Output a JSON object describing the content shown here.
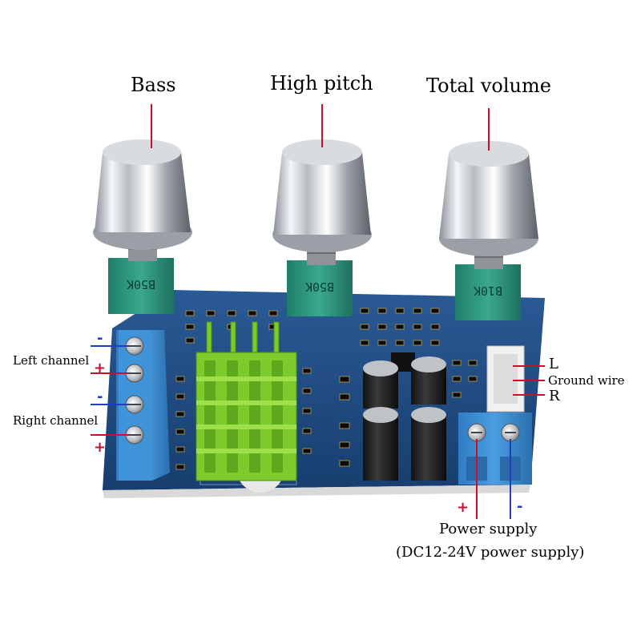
{
  "labels": {
    "bass": "Bass",
    "high_pitch": "High pitch",
    "total_volume": "Total volume",
    "left_channel": "Left channel",
    "right_channel": "Right channel",
    "l": "L",
    "ground_wire": "Ground wire",
    "r": "R",
    "power_supply": "Power supply",
    "power_spec": "(DC12-24V power supply)"
  },
  "knob_markings": {
    "knob1": "B50K",
    "knob2": "B50K",
    "knob3": "B10K"
  },
  "signs": {
    "minus": "-",
    "plus": "+"
  },
  "colors": {
    "pcb": "#1f4d84",
    "terminal": "#3d8fd6",
    "pot_body": "#2f9a82",
    "heatsink": "#7ccb2a",
    "leader_red": "#c8102e",
    "leader_blue": "#1f3fbf"
  }
}
